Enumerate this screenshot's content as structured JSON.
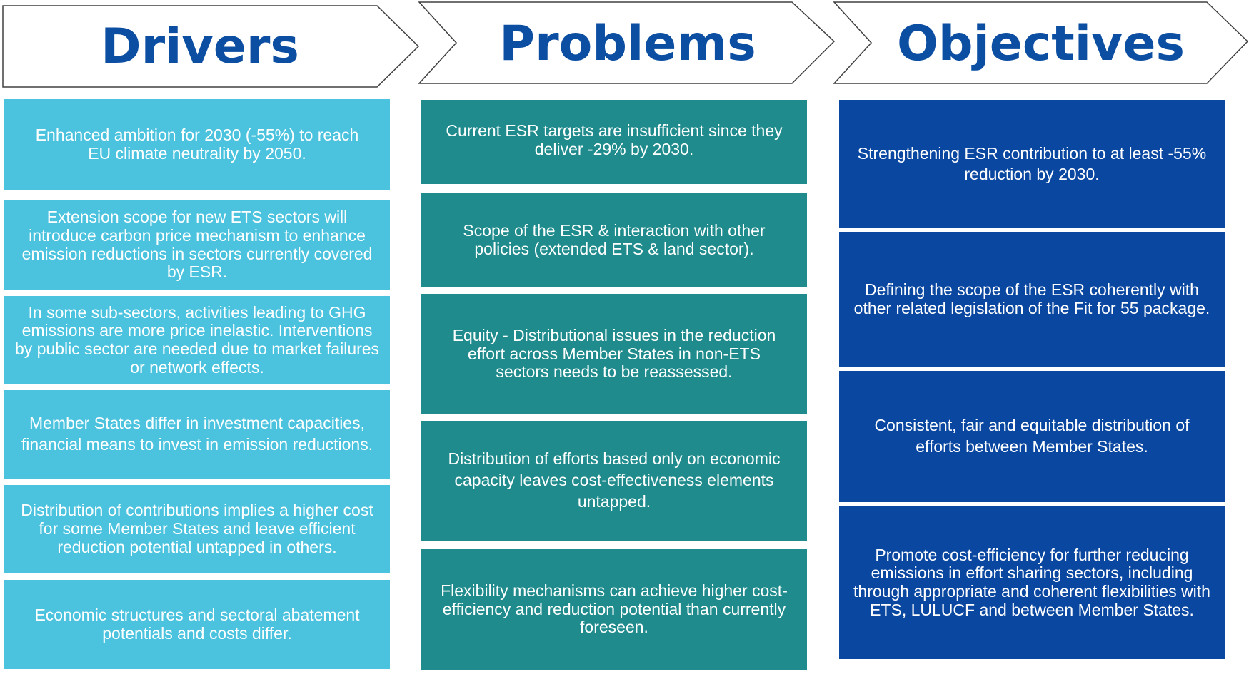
{
  "colors": {
    "header_text": "#0B4EA2",
    "drivers_box": "#4BC3DF",
    "problems_box": "#1F8B8C",
    "objectives_box": "#0A47A0",
    "box_text": "#FFFFFF"
  },
  "drivers": {
    "title": "Drivers",
    "items": [
      "Enhanced ambition for 2030 (-55%) to reach EU climate neutrality by 2050.",
      "Extension scope for new ETS sectors will introduce carbon price mechanism to enhance emission reductions in sectors currently covered by ESR.",
      "In some sub-sectors, activities leading to GHG emissions are more price inelastic. Interventions by public sector are needed due to market failures or network effects.",
      "Member States differ in investment capacities, financial means to invest in emission reductions.",
      "Distribution of contributions implies a higher cost for some Member States and leave efficient reduction potential untapped in others.",
      "Economic structures and sectoral abatement potentials and costs differ."
    ]
  },
  "problems": {
    "title": "Problems",
    "items": [
      "Current ESR targets are insufficient since they deliver -29% by 2030.",
      "Scope of the ESR & interaction with other policies (extended ETS & land sector).",
      "Equity - Distributional issues in the reduction effort across Member States in non-ETS sectors needs to be reassessed.",
      "Distribution of efforts based only on economic capacity leaves cost-effectiveness elements untapped.",
      "Flexibility mechanisms can achieve higher cost-efficiency and reduction potential than currently foreseen."
    ]
  },
  "objectives": {
    "title": "Objectives",
    "items": [
      "Strengthening ESR contribution to at least -55% reduction by 2030.",
      "Defining the scope of the ESR coherently with other related legislation of the Fit for 55 package.",
      "Consistent, fair and equitable distribution of efforts between Member States.",
      "Promote cost-efficiency for further reducing emissions in effort sharing sectors, including through appropriate and coherent flexibilities with ETS, LULUCF and between Member States."
    ]
  }
}
